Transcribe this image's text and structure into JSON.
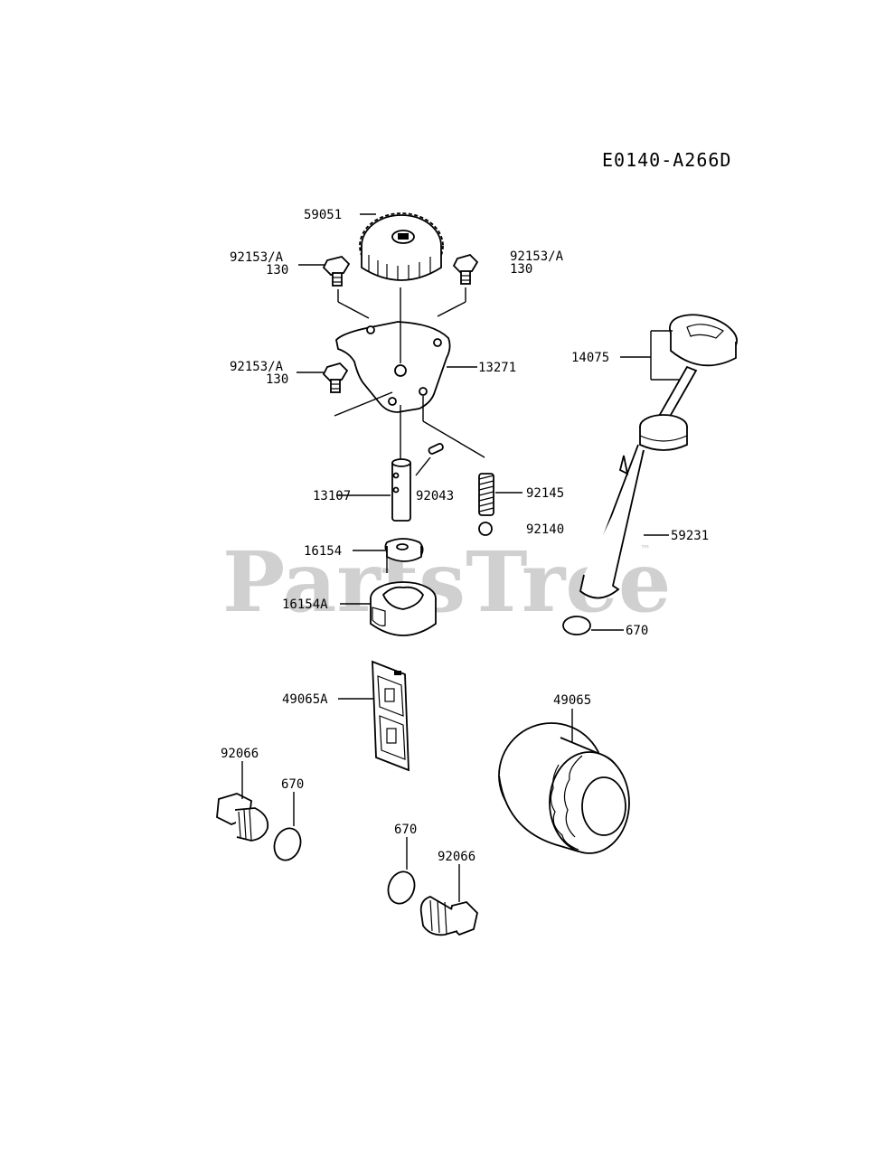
{
  "diagram_code": "E0140-A266D",
  "watermark": {
    "text": "PartsTree",
    "trademark": "™"
  },
  "labels": {
    "gear": "59051",
    "bolt_top_left_part": "92153/A",
    "bolt_top_left_qty": "130",
    "bolt_top_right_part": "92153/A",
    "bolt_top_right_qty": "130",
    "bolt_mid_left_part": "92153/A",
    "bolt_mid_left_qty": "130",
    "plate": "13271",
    "dipstick": "14075",
    "shaft": "13107",
    "pin": "92043",
    "spring": "92145",
    "ball": "92140",
    "dipstick_tube": "59231",
    "inner_rotor": "16154",
    "outer_rotor": "16154A",
    "oring_tube": "670",
    "screen": "49065A",
    "oil_filter": "49065",
    "plug_left": "92066",
    "oring_left": "670",
    "oring_center": "670",
    "plug_center": "92066"
  }
}
